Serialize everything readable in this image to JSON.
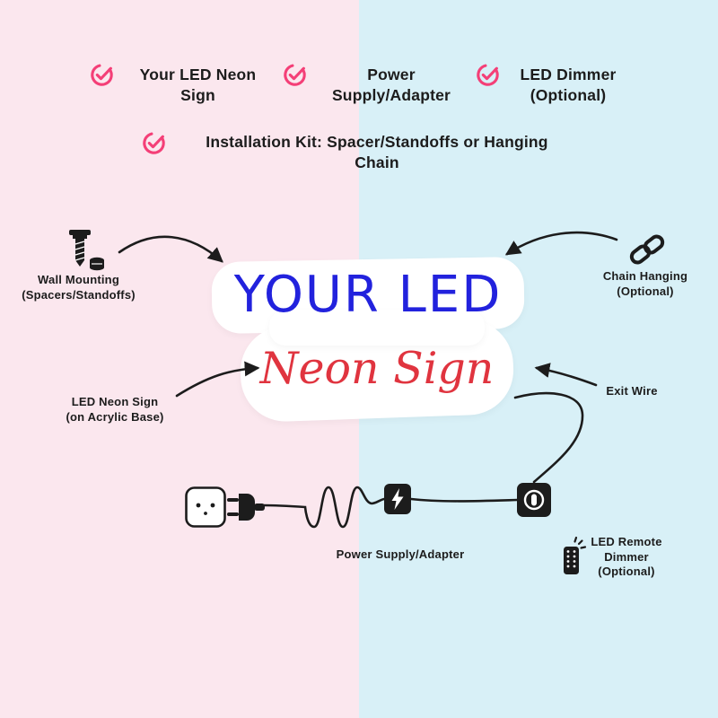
{
  "colors": {
    "left_background": "#fbe7ee",
    "right_background": "#d8f0f7",
    "checkmark_pink": "#f43f77",
    "sign_blue": "#2222dd",
    "sign_red": "#e0343f",
    "line_black": "#1c1c1c"
  },
  "checklist": {
    "items": [
      {
        "line1": "Your LED Neon",
        "line2": "Sign"
      },
      {
        "line1": "Power",
        "line2": "Supply/Adapter"
      },
      {
        "line1": "LED Dimmer",
        "line2": "(Optional)"
      },
      {
        "line1": "Installation Kit: Spacer/Standoffs or Hanging",
        "line2": "Chain"
      }
    ]
  },
  "sign": {
    "title": "YOUR LED",
    "subtitle": "Neon Sign"
  },
  "callouts": {
    "wall_mounting": {
      "line1": "Wall Mounting",
      "line2": "(Spacers/Standoffs)"
    },
    "chain_hanging": {
      "line1": "Chain Hanging",
      "line2": "(Optional)"
    },
    "neon_sign": {
      "line1": "LED Neon Sign",
      "line2": "(on Acrylic Base)"
    },
    "exit_wire": {
      "line1": "Exit Wire"
    },
    "power_supply": {
      "line1": "Power Supply/Adapter"
    },
    "remote": {
      "line1": "LED Remote",
      "line2": "Dimmer",
      "line3": "(Optional)"
    }
  },
  "icons": {
    "check": "circle-check",
    "screw": "screw-standoff",
    "chain": "chain-link",
    "outlet": "wall-outlet",
    "plug": "power-plug",
    "adapter": "power-adapter-lightning",
    "dimmer": "inline-dimmer-switch",
    "remote": "remote-control"
  }
}
